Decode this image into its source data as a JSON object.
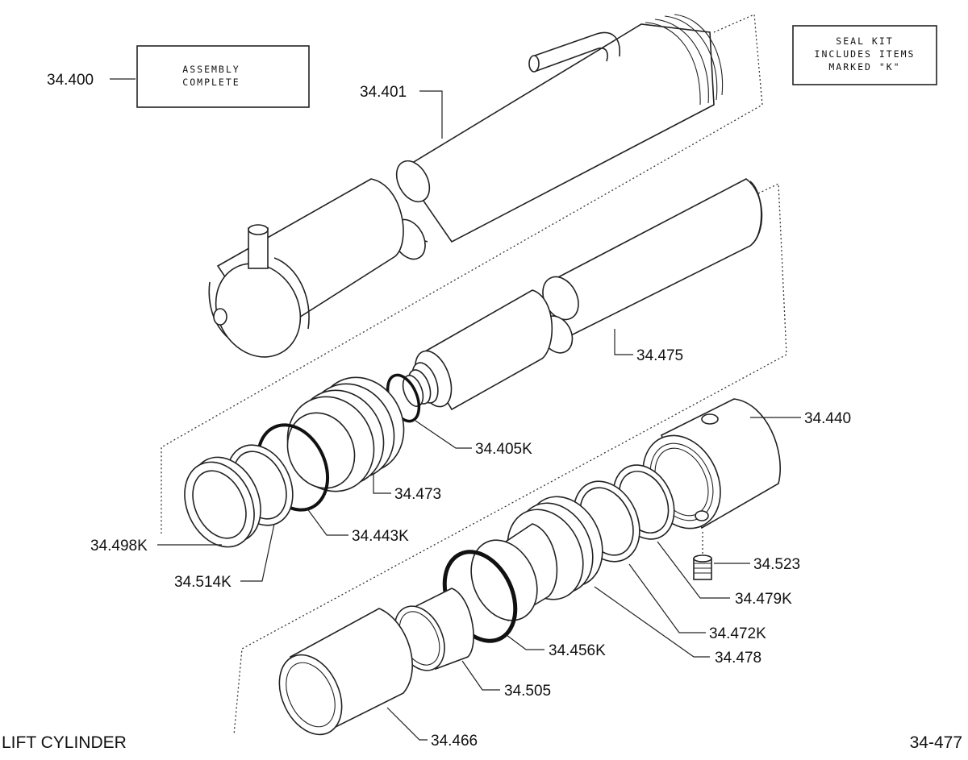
{
  "labels": {
    "assembly": "34.400",
    "barrel": "34.401",
    "rod": "34.475",
    "head": "34.440",
    "rod_oring": "34.405K",
    "piston": "34.473",
    "piston_seal": "34.443K",
    "wear_ring": "34.498K",
    "backup_ring": "34.514K",
    "setscrew": "34.523",
    "rod_wiper": "34.479K",
    "rod_seal": "34.472K",
    "gland": "34.478",
    "head_oring": "34.456K",
    "bushing": "34.505",
    "spacer": "34.466"
  },
  "boxes": {
    "assembly_line1": "ASSEMBLY",
    "assembly_line2": "COMPLETE",
    "seal_line1": "SEAL KIT",
    "seal_line2": "INCLUDES ITEMS",
    "seal_line3": "MARKED \"K\""
  },
  "footer": {
    "title": "LIFT CYLINDER",
    "page": "34-477"
  }
}
